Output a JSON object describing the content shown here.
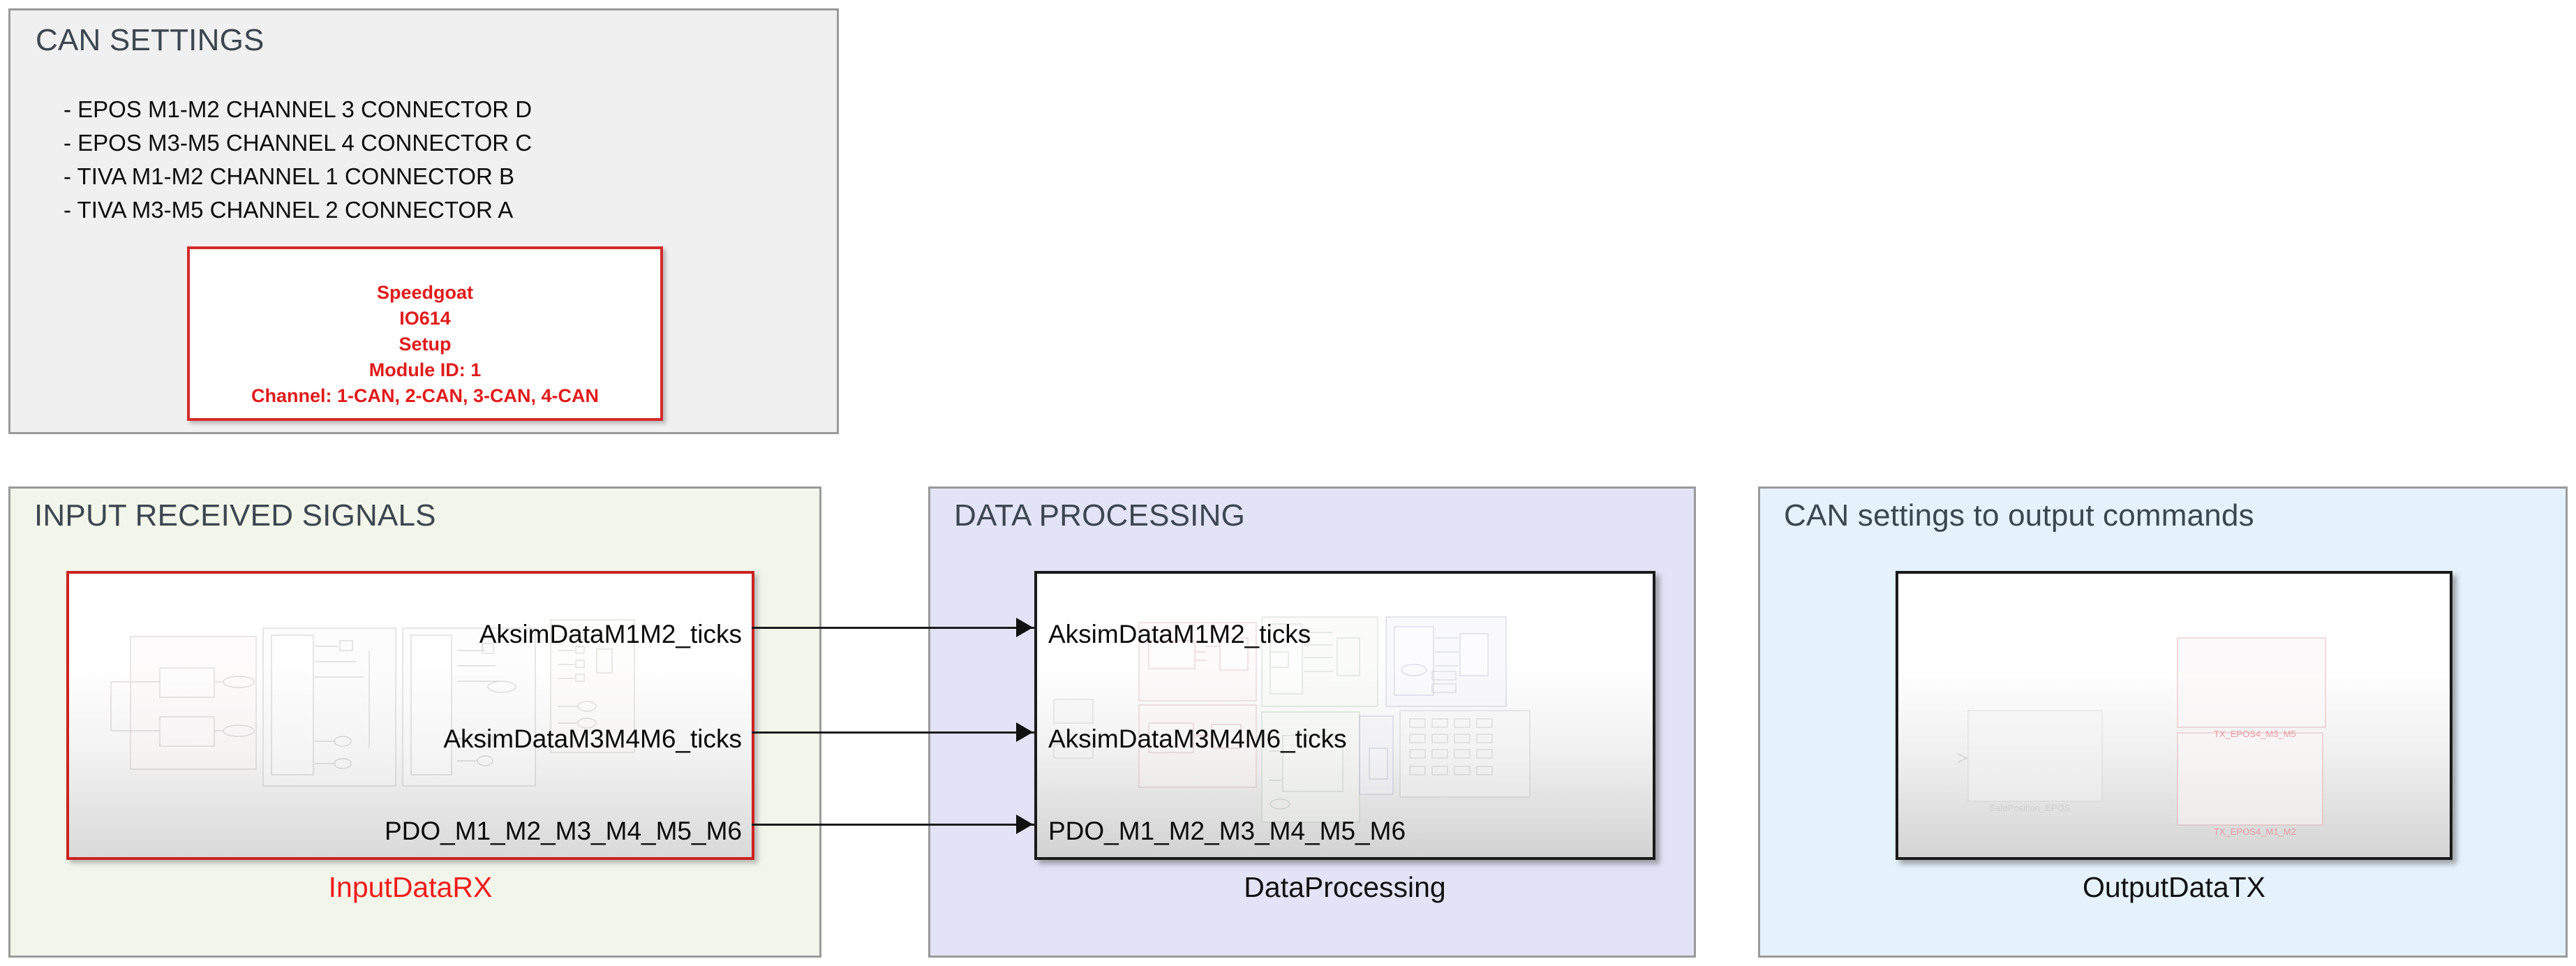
{
  "can_settings": {
    "title": "CAN SETTINGS",
    "items": [
      "- EPOS M1-M2 CHANNEL 3 CONNECTOR D",
      "- EPOS M3-M5 CHANNEL 4 CONNECTOR C",
      "- TIVA M1-M2 CHANNEL 1 CONNECTOR B",
      "- TIVA M3-M5 CHANNEL 2 CONNECTOR A"
    ],
    "speedgoat_block": {
      "lines": [
        "Speedgoat",
        "IO614",
        "Setup",
        "Module ID: 1",
        "Channel: 1-CAN, 2-CAN, 3-CAN, 4-CAN"
      ],
      "border_color": "#d42a2a",
      "text_color": "#e01b1b"
    },
    "panel_bg": "#f0f0f0"
  },
  "input_panel": {
    "title": "INPUT RECEIVED SIGNALS",
    "panel_bg": "#f2f6ea",
    "block": {
      "name": "InputDataRX",
      "label_color": "#f01b1b",
      "border_color": "#cc2222",
      "output_ports": [
        "AksimDataM1M2_ticks",
        "AksimDataM3M4M6_ticks",
        "PDO_M1_M2_M3_M4_M5_M6"
      ]
    }
  },
  "processing_panel": {
    "title": "DATA PROCESSING",
    "panel_bg": "#e3e3f7",
    "block": {
      "name": "DataProcessing",
      "label_color": "#111111",
      "border_color": "#1a1a1a",
      "input_ports": [
        "AksimDataM1M2_ticks",
        "AksimDataM3M4M6_ticks",
        "PDO_M1_M2_M3_M4_M5_M6"
      ]
    }
  },
  "output_panel": {
    "title": "CAN settings to output commands",
    "panel_bg": "#e5f2fb",
    "block": {
      "name": "OutputDataTX",
      "label_color": "#111111",
      "border_color": "#1a1a1a",
      "inner_labels": [
        "TX_EPOS4_M3_M5",
        "TX_EPOS4_M1_M2",
        "SafePosition_EPOS"
      ]
    }
  },
  "connections": [
    {
      "from": "InputDataRX.AksimDataM1M2_ticks",
      "to": "DataProcessing.AksimDataM1M2_ticks"
    },
    {
      "from": "InputDataRX.AksimDataM3M4M6_ticks",
      "to": "DataProcessing.AksimDataM3M4M6_ticks"
    },
    {
      "from": "InputDataRX.PDO_M1_M2_M3_M4_M5_M6",
      "to": "DataProcessing.PDO_M1_M2_M3_M4_M5_M6"
    }
  ]
}
